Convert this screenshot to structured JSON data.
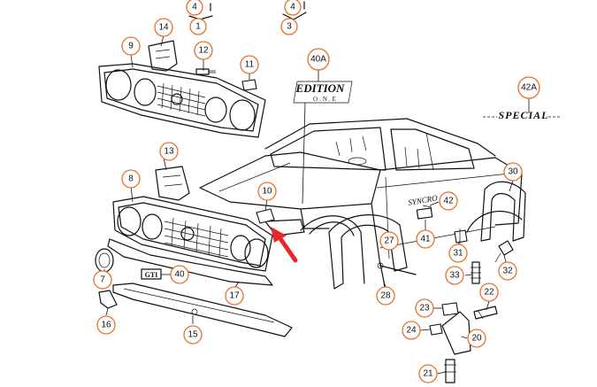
{
  "callouts": {
    "c1": "1",
    "c3": "3",
    "c4a": "4",
    "c4b": "4",
    "c7": "7",
    "c8": "8",
    "c9": "9",
    "c10": "10",
    "c11": "11",
    "c12": "12",
    "c13": "13",
    "c14": "14",
    "c15": "15",
    "c16": "16",
    "c17": "17",
    "c20": "20",
    "c21": "21",
    "c22": "22",
    "c23": "23",
    "c24": "24",
    "c27": "27",
    "c28": "28",
    "c30": "30",
    "c31": "31",
    "c32": "32",
    "c33": "33",
    "c40": "40",
    "c41": "41",
    "c42": "42",
    "c40a": "40A",
    "c42a": "42A"
  },
  "labels": {
    "edition_big": "EDITION",
    "edition_small": "O.N.E",
    "special": "SPECIAL",
    "gti_badge": "GTI",
    "syncro": "SYNCRO"
  },
  "colors": {
    "callout_ring": "#e8702a",
    "arrow": "#e8272a",
    "line": "#111111"
  }
}
